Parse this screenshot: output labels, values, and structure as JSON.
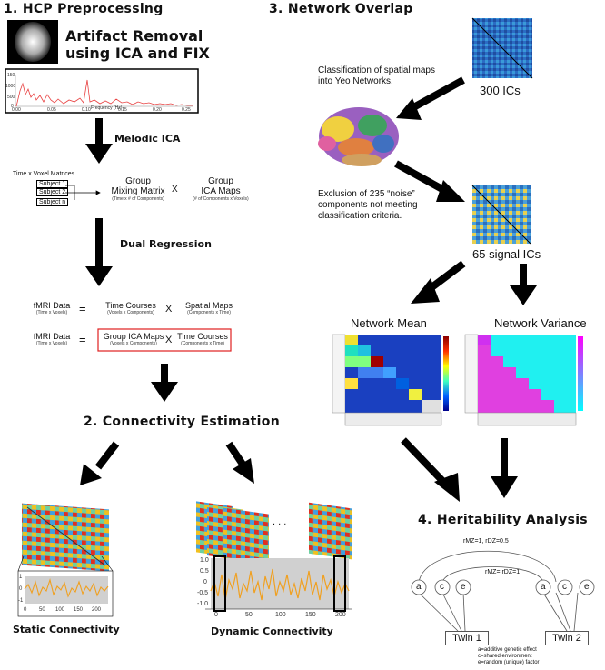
{
  "titles": {
    "s1": "1. HCP Preprocessing",
    "s2": "2. Connectivity Estimation",
    "s3": "3. Network Overlap",
    "s4": "4. Heritability Analysis"
  },
  "s1": {
    "artifact": [
      "Artifact Removal",
      "using ICA and FIX"
    ],
    "spectrum_yticks": [
      "150",
      "1000",
      "500",
      "0"
    ],
    "spectrum_xticks": [
      "0.00",
      "0.05",
      "0.10",
      "0.15",
      "0.20",
      "0.25"
    ],
    "spectrum_xlabel": "Frequency (Hz)",
    "melodic": "Melodic ICA",
    "matrices_title": "Time x Voxel Matrices",
    "subjects": [
      "Subject 1",
      "Subject 2",
      "Subject n"
    ],
    "group_mixing": [
      "Group",
      "Mixing Matrix"
    ],
    "group_mixing_sub": "(Time x # of Components)",
    "group_ica": [
      "Group",
      "ICA Maps"
    ],
    "group_ica_sub": "(# of Components x Voxels)",
    "times": "X",
    "dual": "Dual Regression",
    "eq1": {
      "lhs": "fMRI Data",
      "lhs_sub": "(Time x Voxels)",
      "eq": "=",
      "a": "Time Courses",
      "a_sub": "(Voxels x Components)",
      "x": "X",
      "b": "Spatial Maps",
      "b_sub": "(Components x Time)"
    },
    "eq2": {
      "lhs": "fMRI Data",
      "lhs_sub": "(Time x Voxels)",
      "eq": "=",
      "a": "Group ICA Maps",
      "a_sub": "(Voxels x Components)",
      "x": "X",
      "b": "Time Courses",
      "b_sub": "(Components x Time)"
    }
  },
  "s2": {
    "static": "Static Connectivity",
    "dynamic": "Dynamic Connectivity",
    "dots": ". . .",
    "static_yticks": [
      "1",
      "0",
      "-1"
    ],
    "static_xticks": [
      "0",
      "50",
      "100",
      "150",
      "200"
    ],
    "dyn_yticks": [
      "1.0",
      "0.5",
      "0",
      "-0.5",
      "-1.0"
    ],
    "dyn_xticks": [
      "0",
      "50",
      "100",
      "150",
      "200"
    ]
  },
  "s3": {
    "ics300": "300 ICs",
    "classification": [
      "Classification of spatial maps",
      "into Yeo Networks."
    ],
    "exclusion": [
      "Exclusion of 235 “noise”",
      "components not meeting",
      "classification criteria."
    ],
    "ics65": "65 signal ICs",
    "mean": "Network Mean",
    "variance": "Network Variance"
  },
  "s4": {
    "rmz": "rMZ=1, rDZ=0.5",
    "rc": "rMZ= rDZ=1",
    "factors": [
      "a",
      "c",
      "e"
    ],
    "twin1": "Twin 1",
    "twin2": "Twin 2",
    "legend": [
      "a=additive genetic effect",
      "c=shared environment",
      "e=random (unique) factor"
    ]
  },
  "colors": {
    "arrow": "#000000",
    "spectrum": "#e84040",
    "series": "#f0a020",
    "highlight": "#e02020"
  }
}
